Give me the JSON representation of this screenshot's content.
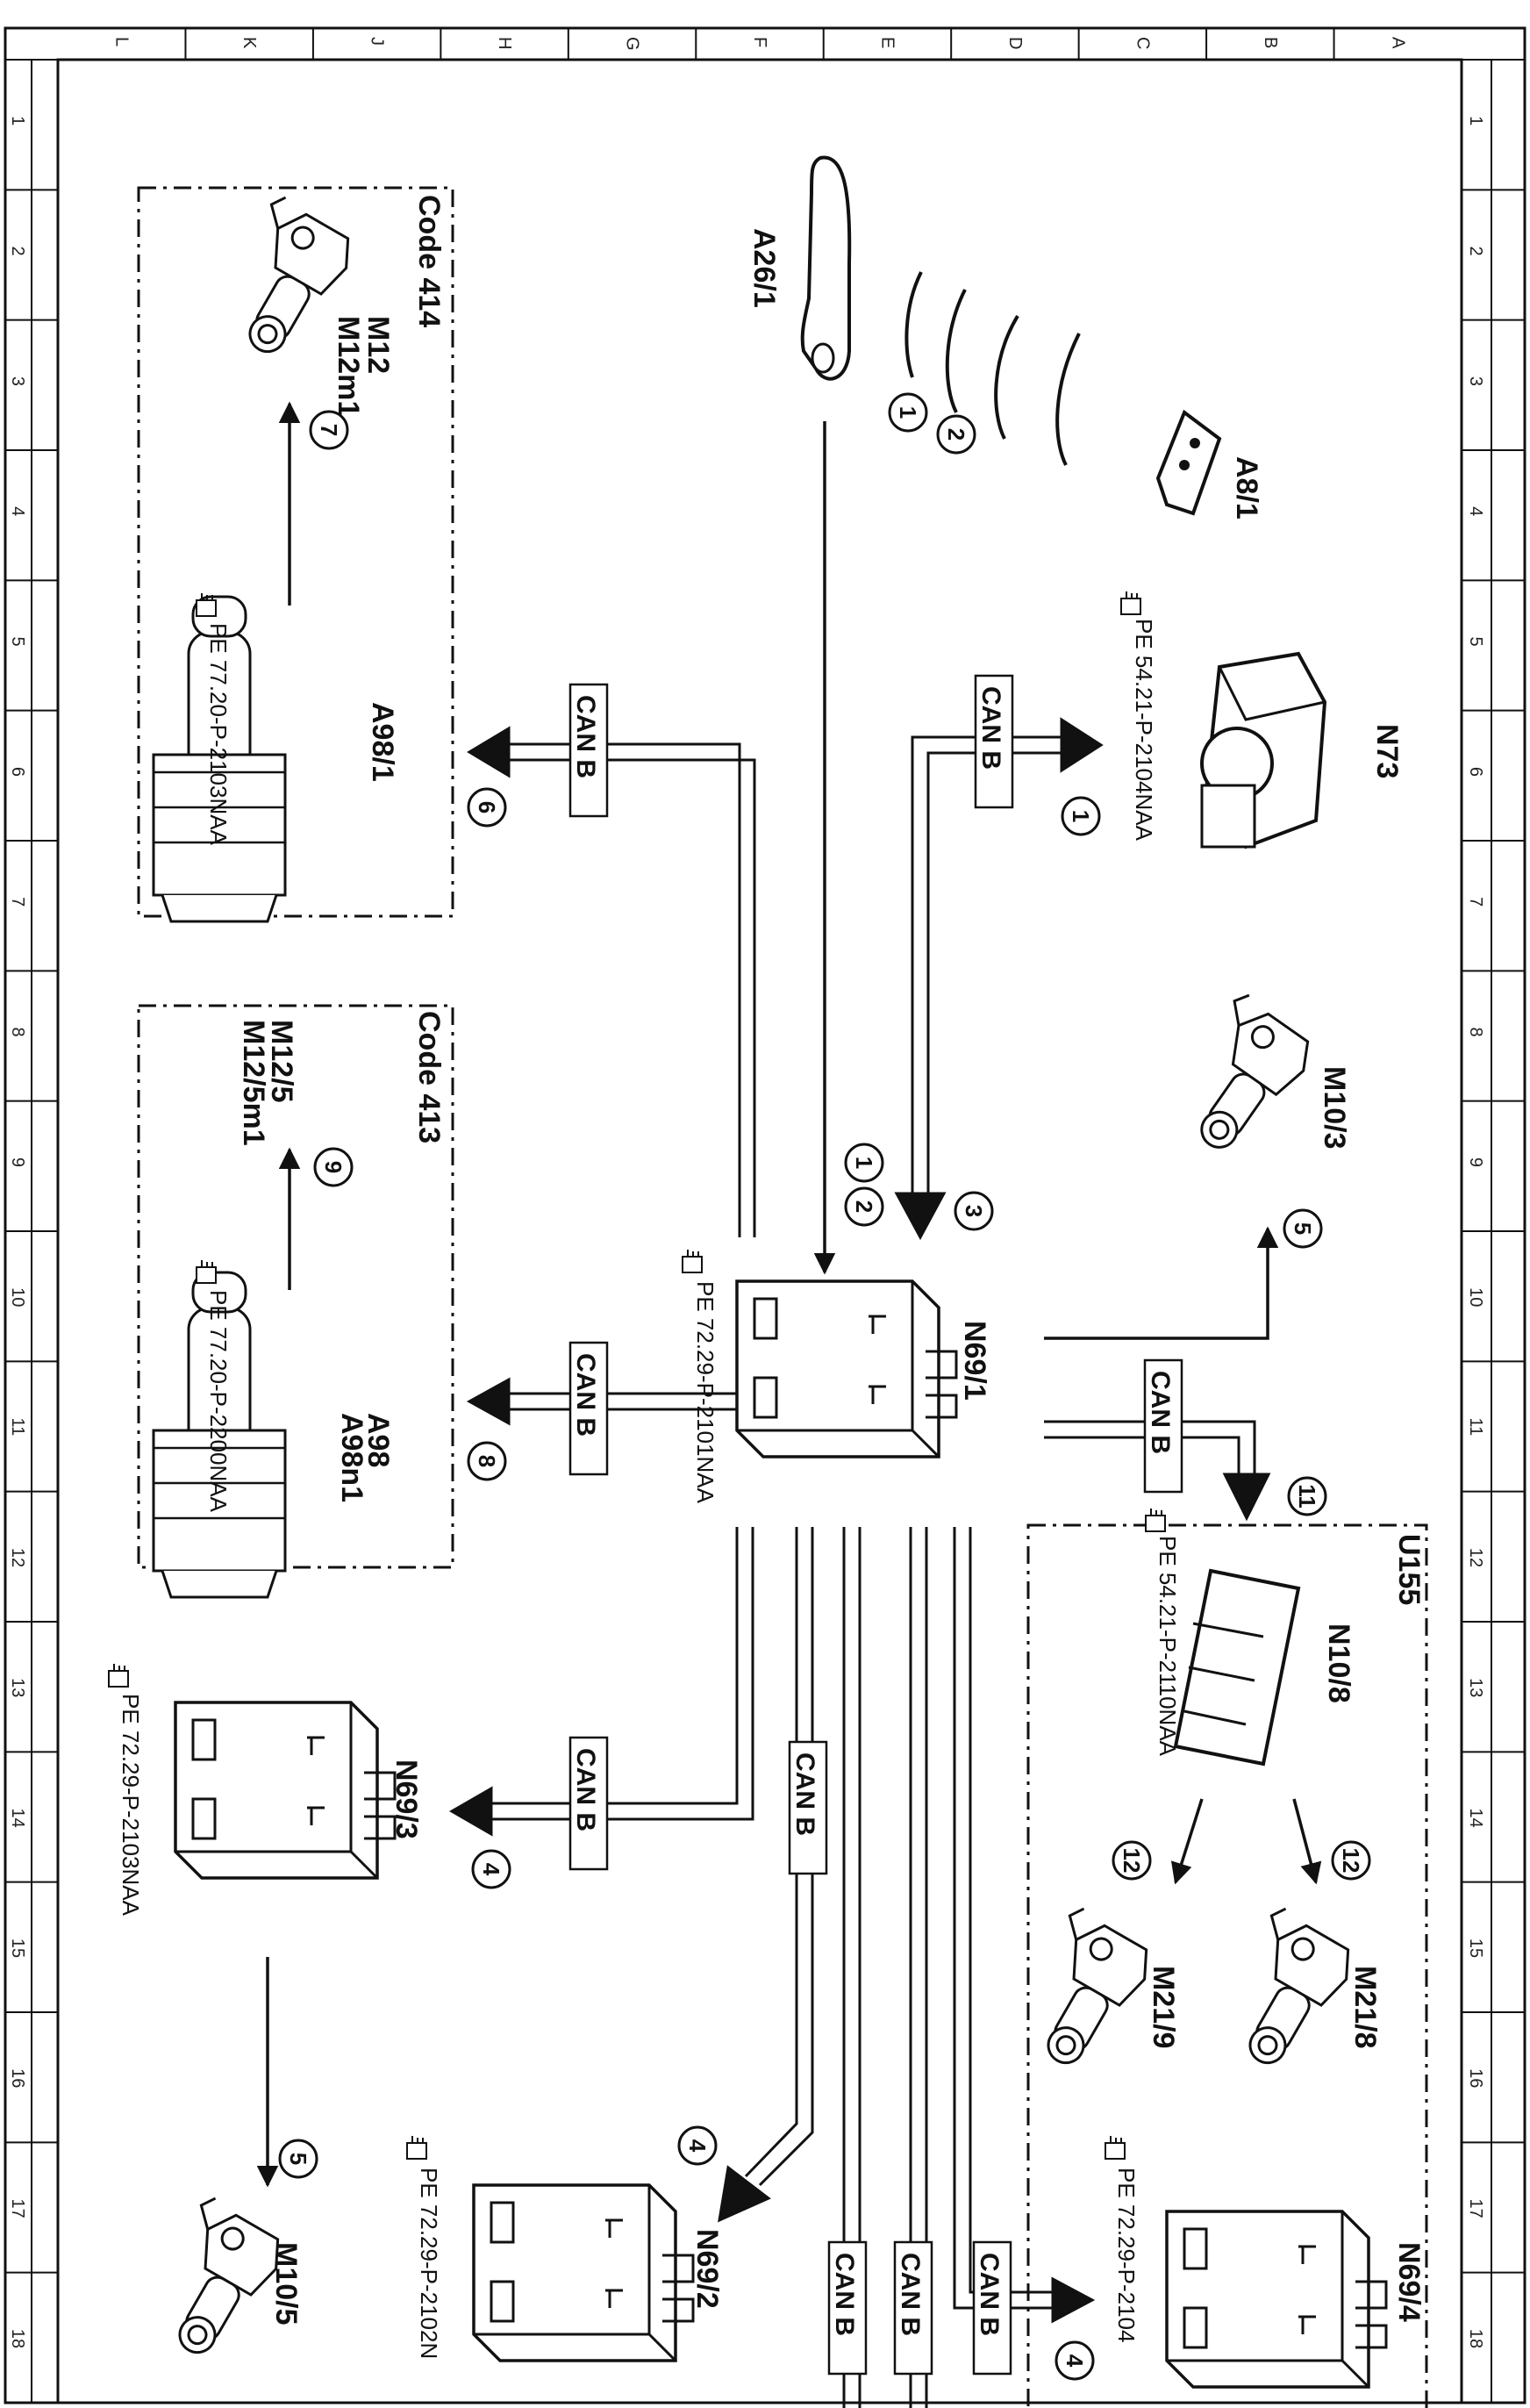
{
  "border": {
    "columns": [
      "L",
      "K",
      "J",
      "H",
      "G",
      "F",
      "E",
      "D",
      "C",
      "B",
      "A"
    ],
    "rows": [
      "1",
      "2",
      "3",
      "4",
      "5",
      "6",
      "7",
      "8",
      "9",
      "10",
      "11",
      "12",
      "13",
      "14",
      "15",
      "16",
      "17",
      "18"
    ]
  },
  "bus_label": "CAN B",
  "components": {
    "A26_1": "A26/1",
    "A8_1": "A8/1",
    "N73": "N73",
    "M10_3": "M10/3",
    "N69_1": "N69/1",
    "N69_2": "N69/2",
    "N69_3": "N69/3",
    "N69_4": "N69/4",
    "M10_5": "M10/5",
    "U155": "U155",
    "N10_8": "N10/8",
    "M21_8": "M21/8",
    "M21_9": "M21/9",
    "code414": "Code 414",
    "M12": "M12",
    "M12m1": "M12m1",
    "A98_1": "A98/1",
    "code413": "Code 413",
    "M12_5": "M12/5",
    "M12_5m1": "M12/5m1",
    "A98": "A98",
    "A98n1": "A98n1"
  },
  "references": {
    "N73": "PE 54.21-P-2104NAA",
    "N10_8": "PE 54.21-P-2110NAA",
    "N69_1": "PE 72.29-P-2101NAA",
    "N69_3": "PE 72.29-P-2103NAA",
    "N69_2": "PE 72.29-P-2102N",
    "N69_4": "PE 72.29-P-2104",
    "A98_1": "PE 77.20-P-2103NAA",
    "A98": "PE 77.20-P-2200NAA"
  },
  "steps": {
    "s1": "1",
    "s2": "2",
    "s3": "3",
    "s4": "4",
    "s5": "5",
    "s6": "6",
    "s7": "7",
    "s8": "8",
    "s9": "9",
    "s11": "11",
    "s12": "12"
  }
}
